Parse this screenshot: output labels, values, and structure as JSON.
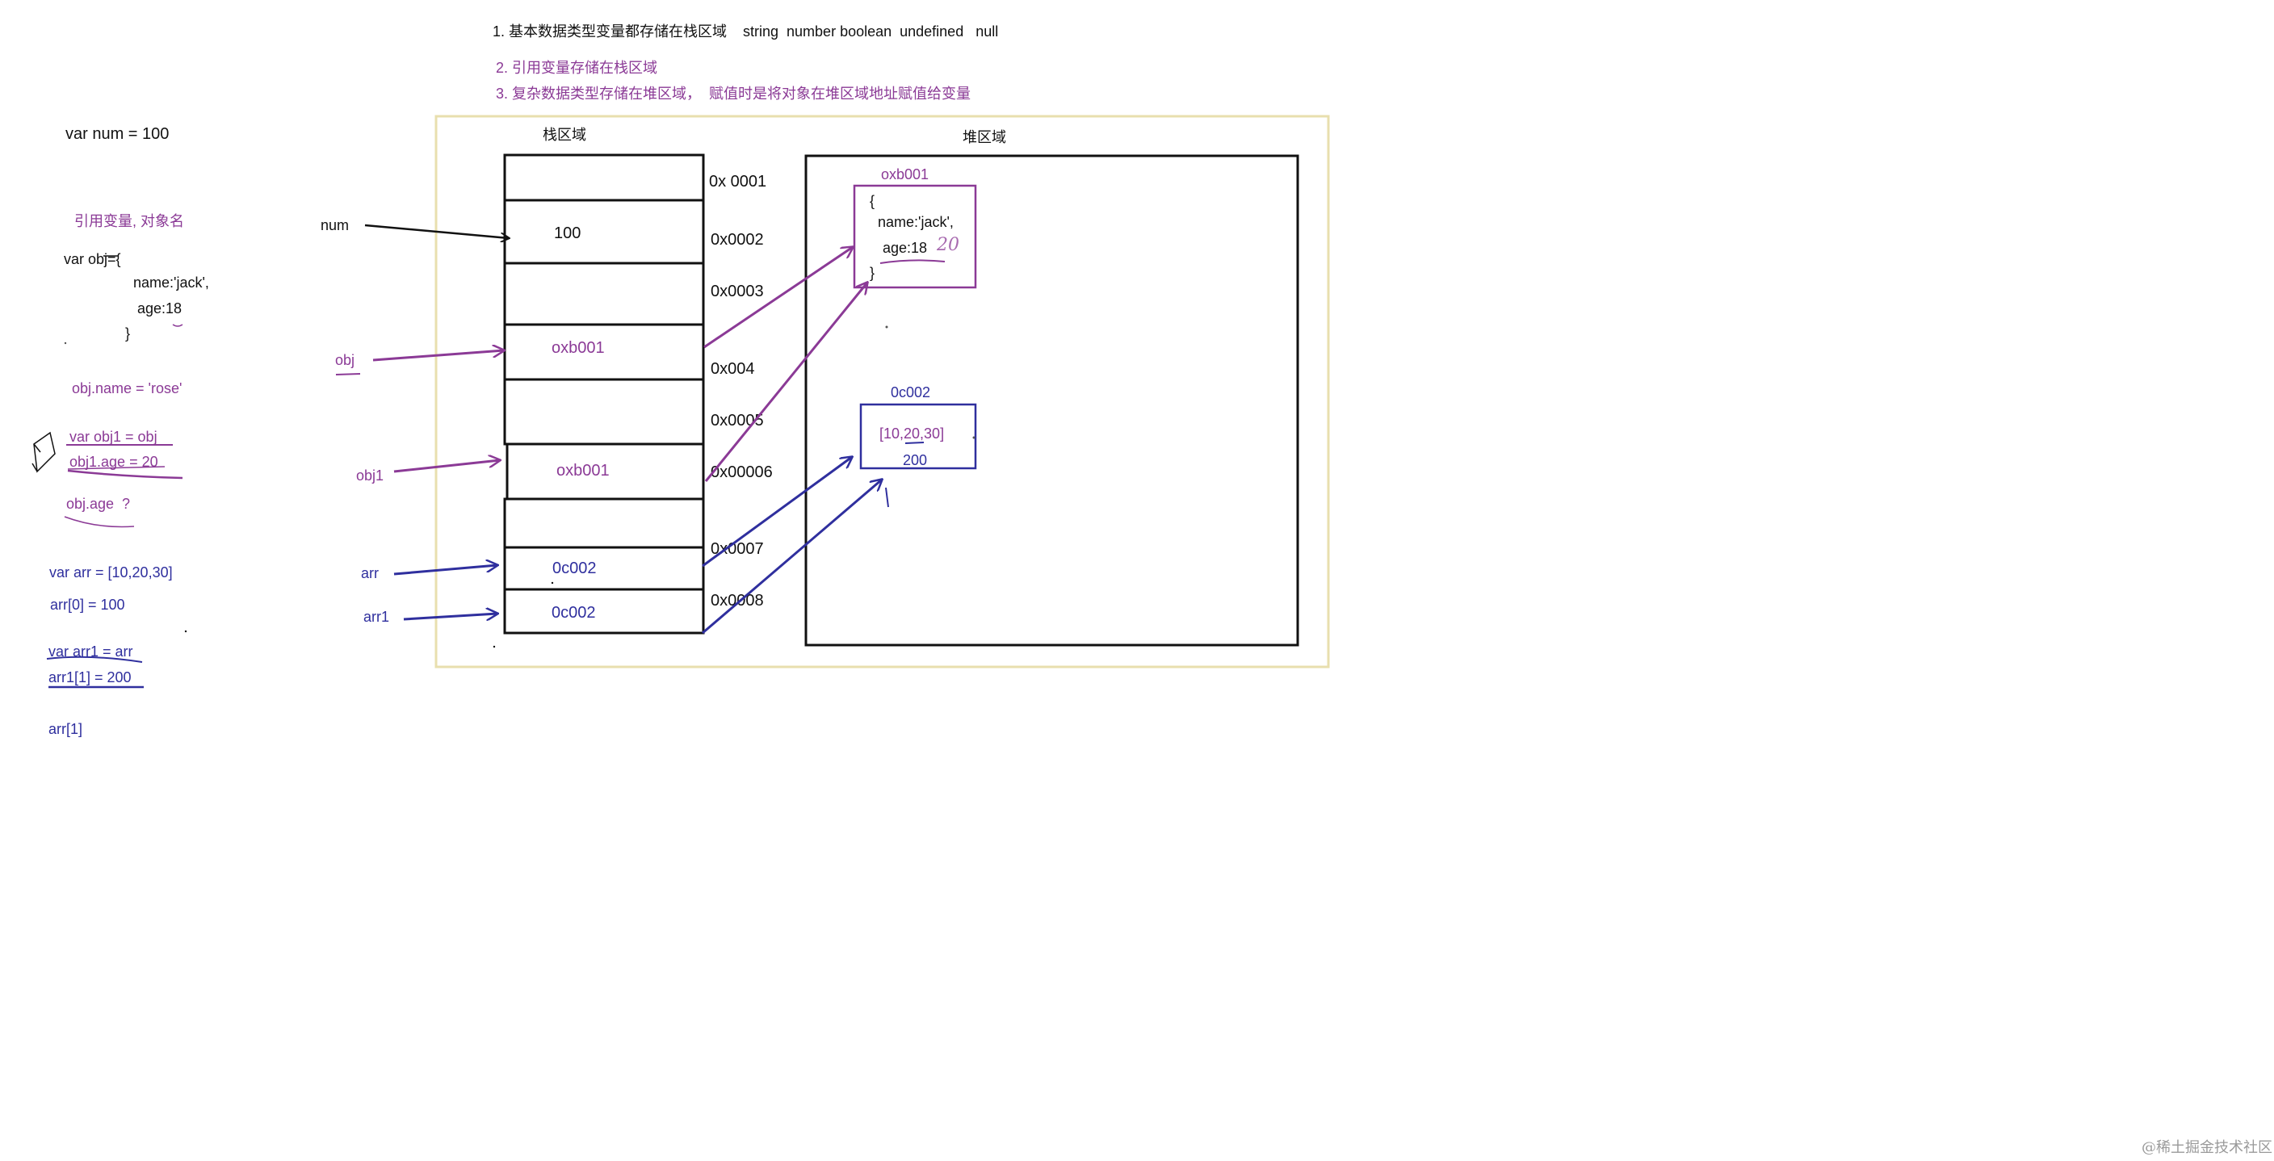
{
  "notes": {
    "note1": "1. 基本数据类型变量都存储在栈区域    string  number boolean  undefined   null",
    "note2": "2. 引用变量存储在栈区域",
    "note3": "3. 复杂数据类型存储在堆区域，  赋值时是将对象在堆区域地址赋值给变量"
  },
  "code": {
    "num_decl": "var num = 100",
    "ref_heading": "引用变量, 对象名",
    "obj_line1": "var obj={",
    "obj_line2": "name:'jack',",
    "obj_line3": "age:18",
    "obj_line4": "}",
    "obj_name_assign": "obj.name = 'rose'",
    "obj1_decl": "var obj1 = obj",
    "obj1_age_assign": "obj1.age = 20",
    "obj_age_query": "obj.age  ?",
    "arr_decl": "var arr = [10,20,30]",
    "arr0_assign": "arr[0] = 100",
    "arr1_decl": "var arr1 = arr",
    "arr1_1_assign": "arr1[1] = 200",
    "arr1_query": "arr[1]"
  },
  "stack": {
    "title": "栈区域",
    "cells": [
      {
        "value": "",
        "address": "0x 0001",
        "color": "#111111"
      },
      {
        "value": "100",
        "address": "0x0002",
        "color": "#111111"
      },
      {
        "value": "",
        "address": "0x0003",
        "color": "#111111"
      },
      {
        "value": "oxb001",
        "address": "0x004",
        "color": "#8b3a96"
      },
      {
        "value": "",
        "address": "0x0005",
        "color": "#111111"
      },
      {
        "value": "oxb001",
        "address": "0x00006",
        "color": "#8b3a96"
      },
      {
        "value": "",
        "address": "0x0007",
        "color": "#111111"
      },
      {
        "value": "0c002",
        "address": "",
        "color": "#2f2f9e"
      },
      {
        "value": "0c002",
        "address": "0x0008",
        "color": "#2f2f9e"
      }
    ]
  },
  "heap": {
    "title": "堆区域",
    "object": {
      "address": "oxb001",
      "open": "{",
      "line1": "name:'jack',",
      "line2": "age:18",
      "close": "}",
      "scribble": "20"
    },
    "array": {
      "address": "0c002",
      "value": "[10,20,30]",
      "scribble": "200"
    }
  },
  "variables": {
    "num": "num",
    "obj": "obj",
    "obj1": "obj1",
    "arr": "arr",
    "arr1": "arr1"
  },
  "watermark": "@稀土掘金技术社区",
  "colors": {
    "black": "#111111",
    "purple": "#8b3a96",
    "blue": "#2f2f9e",
    "frame": "#e8dfae"
  }
}
